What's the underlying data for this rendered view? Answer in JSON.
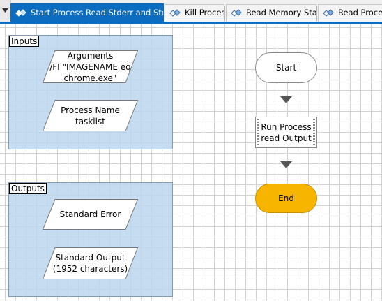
{
  "tabs": [
    {
      "label": "Start Process Read Stderr and Stdout",
      "active": true
    },
    {
      "label": "Kill Process",
      "active": false
    },
    {
      "label": "Read Memory Stats",
      "active": false
    },
    {
      "label": "Read Process",
      "active": false
    }
  ],
  "inputs_block": {
    "label": "Inputs",
    "items": [
      {
        "lines": [
          "Arguments",
          "/FI \"IMAGENAME eq",
          "chrome.exe\""
        ]
      },
      {
        "lines": [
          "Process Name",
          "tasklist"
        ]
      }
    ]
  },
  "outputs_block": {
    "label": "Outputs",
    "items": [
      {
        "lines": [
          "Standard Error"
        ]
      },
      {
        "lines": [
          "Standard Output",
          "(1952 characters)"
        ]
      }
    ]
  },
  "flow": {
    "start": "Start",
    "process_lines": [
      "Run Process",
      "read Output"
    ],
    "end": "End"
  },
  "colors": {
    "accent": "#0b6cc0",
    "block_fill": "#bcd6ee",
    "end_fill": "#f7b500"
  },
  "icons": {
    "dropdown": "chevron-down-icon",
    "tab": "process-diagram-icon"
  }
}
